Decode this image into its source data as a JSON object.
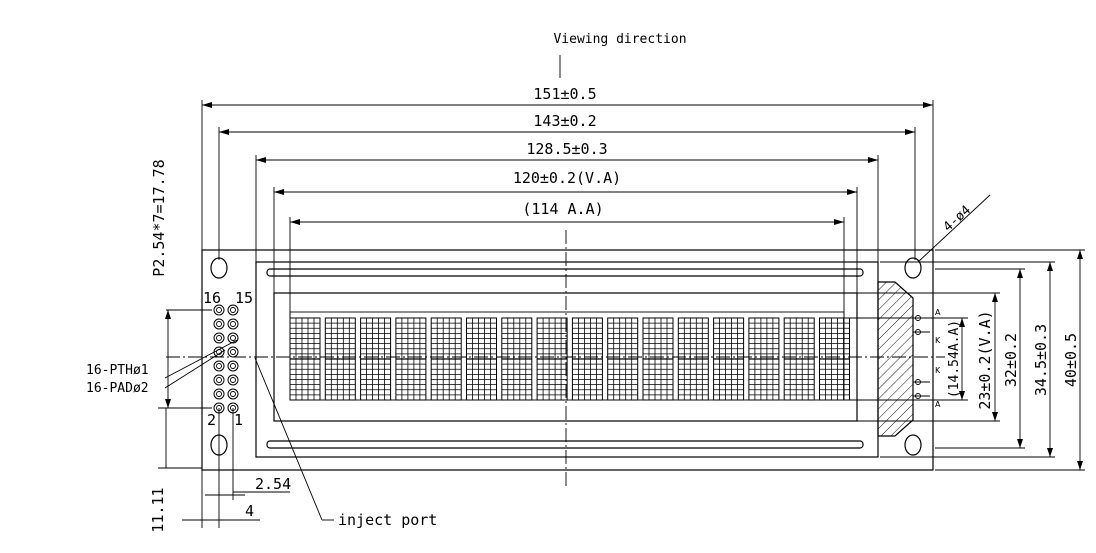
{
  "viewing_direction": "Viewing direction",
  "dims": {
    "w151": "151±0.5",
    "w143": "143±0.2",
    "w128": "128.5±0.3",
    "w120": "120±0.2(V.A)",
    "w114": "(114 A.A)",
    "h40": "40±0.5",
    "h34": "34.5±0.3",
    "h32": "32±0.2",
    "h23": "23±0.2(V.A)",
    "h14": "(14.54A.A)",
    "pitch": "P2.54*7=17.78",
    "holes": "4-ø4",
    "d254": "2.54",
    "d4": "4",
    "d1111": "11.11"
  },
  "pins": {
    "p16": "16",
    "p15": "15",
    "p2": "2",
    "p1": "1",
    "pth": "16-PTHø1",
    "pad": "16-PADø2"
  },
  "backlight_labels": [
    "A",
    "K",
    "K",
    "A"
  ],
  "inject_port": "inject port",
  "chars_count": 16
}
